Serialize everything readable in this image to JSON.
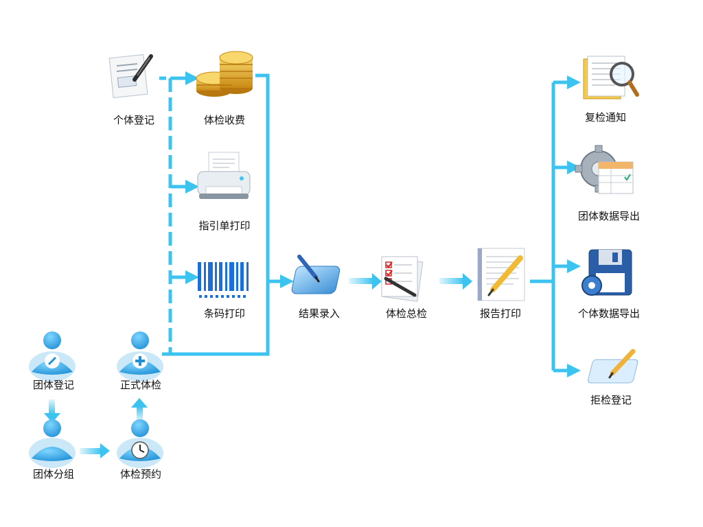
{
  "nodes": {
    "personal_register": "个体登记",
    "exam_fee": "体检收费",
    "guide_print": "指引单打印",
    "barcode_print": "条码打印",
    "result_entry": "结果录入",
    "exam_review": "体检总检",
    "report_print": "报告打印",
    "recheck_notice": "复检通知",
    "group_data_export": "团体数据导出",
    "personal_data_export": "个体数据导出",
    "refuse_register": "拒检登记",
    "group_register": "团体登记",
    "formal_exam": "正式体检",
    "group_grouping": "团体分组",
    "exam_appointment": "体检预约"
  },
  "colors": {
    "flow": "#3cc3f0",
    "person": "#2aa3df",
    "gold": "#e0a52a"
  }
}
